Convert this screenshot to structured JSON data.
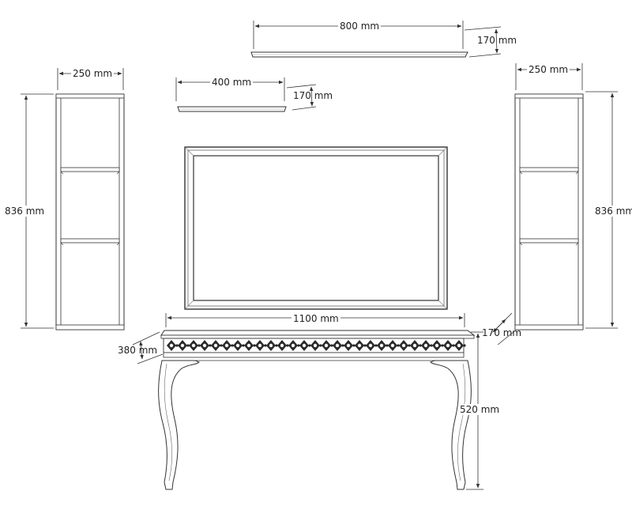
{
  "dimensions": {
    "top_shelf_width": "800 mm",
    "top_shelf_depth": "170 mm",
    "small_shelf_width": "400 mm",
    "small_shelf_depth": "170 mm",
    "left_unit_width": "250 mm",
    "left_unit_height": "836 mm",
    "right_unit_width": "250 mm",
    "right_unit_height": "836 mm",
    "right_unit_depth": "170 mm",
    "console_width": "1100 mm",
    "console_depth": "380 mm",
    "console_height": "520 mm"
  },
  "colors": {
    "stroke": "#333333",
    "panel_fill": "#ffffff",
    "mirror_glass": "#ffffff",
    "carving": "#2a2a2a"
  }
}
